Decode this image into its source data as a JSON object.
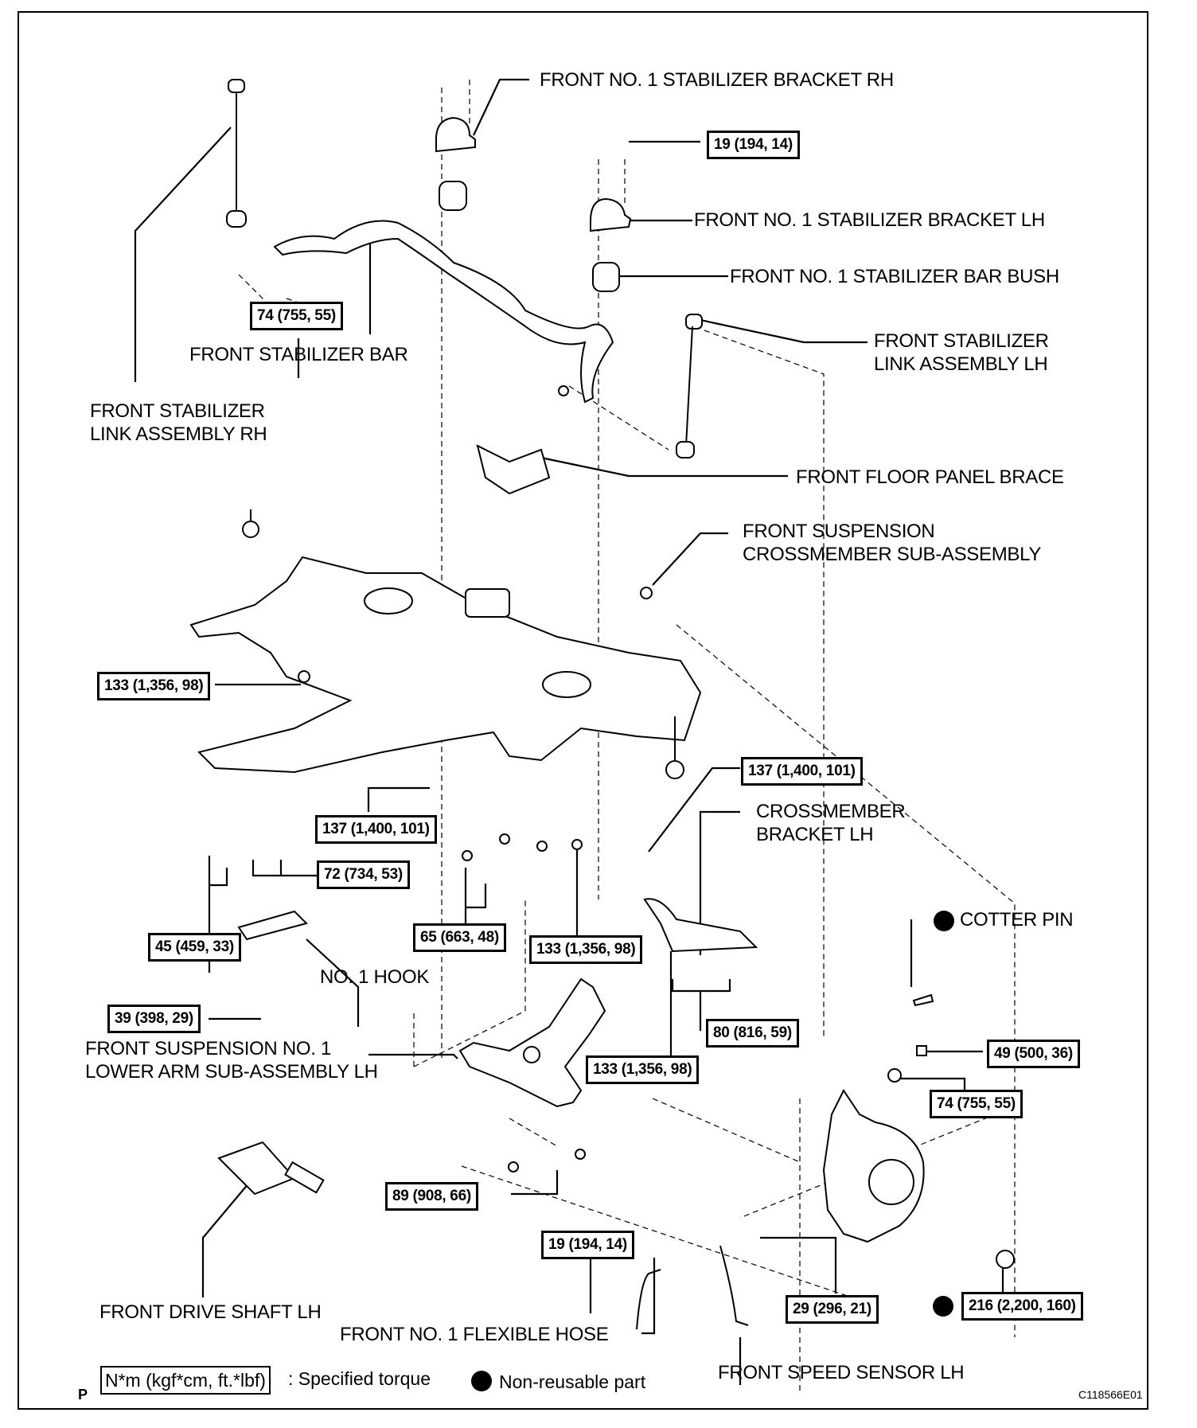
{
  "diagram": {
    "title_code": "C118566E01",
    "page_marker": "P",
    "part_labels": {
      "stab_bracket_rh": "FRONT NO. 1 STABILIZER BRACKET RH",
      "stab_bracket_lh": "FRONT NO. 1 STABILIZER BRACKET LH",
      "stab_bar_bush": "FRONT NO. 1 STABILIZER BAR BUSH",
      "stab_link_lh_1": "FRONT STABILIZER",
      "stab_link_lh_2": "LINK ASSEMBLY LH",
      "stab_bar": "FRONT STABILIZER BAR",
      "stab_link_rh_1": "FRONT STABILIZER",
      "stab_link_rh_2": "LINK ASSEMBLY RH",
      "floor_panel_brace": "FRONT FLOOR PANEL BRACE",
      "crossmember_1": "FRONT SUSPENSION",
      "crossmember_2": "CROSSMEMBER SUB-ASSEMBLY",
      "crossmember_bracket_1": "CROSSMEMBER",
      "crossmember_bracket_2": "BRACKET LH",
      "cotter_pin": "COTTER PIN",
      "no1_hook": "NO. 1 HOOK",
      "lower_arm_1": "FRONT SUSPENSION NO. 1",
      "lower_arm_2": "LOWER ARM SUB-ASSEMBLY LH",
      "drive_shaft": "FRONT DRIVE SHAFT LH",
      "flexible_hose": "FRONT NO. 1 FLEXIBLE HOSE",
      "speed_sensor": "FRONT SPEED SENSOR LH"
    },
    "torques": {
      "t_19_top": "19 (194, 14)",
      "t_74_bar": "74 (755, 55)",
      "t_133_left": "133 (1,356, 98)",
      "t_137_mid": "137 (1,400, 101)",
      "t_137_right": "137 (1,400, 101)",
      "t_72": "72 (734, 53)",
      "t_45": "45 (459, 33)",
      "t_65": "65 (663, 48)",
      "t_133_mid": "133 (1,356, 98)",
      "t_39": "39 (398, 29)",
      "t_80": "80 (816, 59)",
      "t_133_lower": "133 (1,356, 98)",
      "t_49": "49 (500, 36)",
      "t_74_knuckle": "74 (755, 55)",
      "t_89": "89 (908, 66)",
      "t_19_hose": "19 (194, 14)",
      "t_29": "29 (296, 21)",
      "t_216": "216 (2,200, 160)"
    },
    "legend": {
      "torque_unit": "N*m (kgf*cm, ft.*lbf)",
      "torque_desc": ": Specified torque",
      "nonreusable_desc": "Non-reusable part"
    }
  }
}
